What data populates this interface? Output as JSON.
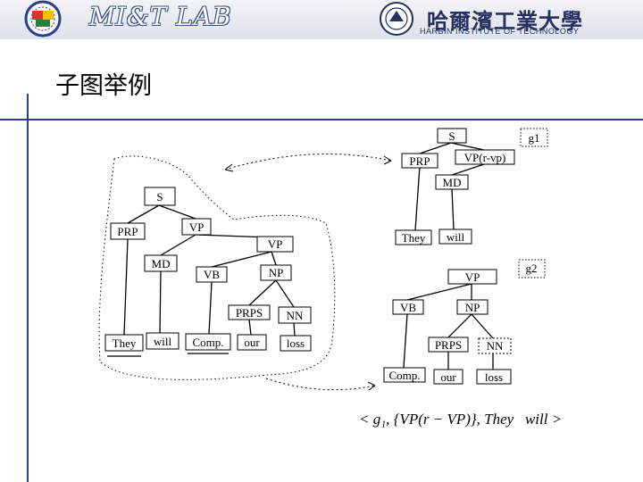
{
  "header": {
    "lab_name": "MI&T LAB",
    "university_cn": "哈爾濱工業大學",
    "university_en": "HARBIN INSTITUTE OF TECHNOLOGY"
  },
  "slide_title": "子图举例",
  "diagram": {
    "source_tree_nodes": [
      {
        "id": "s1",
        "label": "S"
      },
      {
        "id": "s2",
        "label": "PRP"
      },
      {
        "id": "s3",
        "label": "VP"
      },
      {
        "id": "s4",
        "label": "MD"
      },
      {
        "id": "s5",
        "label": "VP"
      },
      {
        "id": "s6",
        "label": "VB"
      },
      {
        "id": "s7",
        "label": "NP"
      },
      {
        "id": "s8",
        "label": "PRPS"
      },
      {
        "id": "s9",
        "label": "NN"
      },
      {
        "id": "s10",
        "label": "They"
      },
      {
        "id": "s11",
        "label": "will"
      },
      {
        "id": "s12",
        "label": "Comp."
      },
      {
        "id": "s13",
        "label": "our"
      },
      {
        "id": "s14",
        "label": "loss"
      }
    ],
    "subgraph1_nodes": [
      {
        "id": "a1",
        "label": "S"
      },
      {
        "id": "a2",
        "label": "PRP"
      },
      {
        "id": "a3",
        "label": "VP(r-vp)"
      },
      {
        "id": "a4",
        "label": "MD"
      },
      {
        "id": "a5",
        "label": "They"
      },
      {
        "id": "a6",
        "label": "will"
      }
    ],
    "subgraph2_nodes": [
      {
        "id": "b1",
        "label": "VP"
      },
      {
        "id": "b2",
        "label": "VB"
      },
      {
        "id": "b3",
        "label": "NP"
      },
      {
        "id": "b4",
        "label": "PRPS"
      },
      {
        "id": "b5",
        "label": "NN"
      },
      {
        "id": "b6",
        "label": "Comp."
      },
      {
        "id": "b7",
        "label": "our"
      },
      {
        "id": "b8",
        "label": "loss"
      }
    ],
    "tag_g1": "g1",
    "tag_g2": "g2"
  },
  "formula": "< g₁, {VP(r − VP)}, They   will >",
  "colors": {
    "accent": "#2a3e8c",
    "header": "#e6e8f1",
    "logo_red": "#d9342b",
    "logo_yellow": "#f2c200"
  },
  "icons": {
    "lab_logo": "puzzle-ring-logo-icon",
    "university_seal": "university-seal-icon"
  }
}
